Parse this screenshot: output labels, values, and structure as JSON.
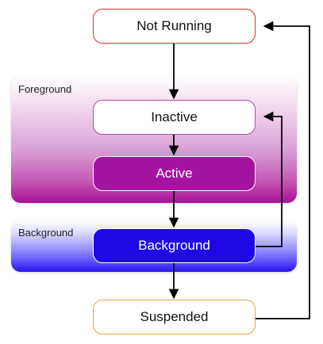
{
  "groups": {
    "foreground": "Foreground",
    "background": "Background"
  },
  "states": {
    "not_running": "Not Running",
    "inactive": "Inactive",
    "active": "Active",
    "background": "Background",
    "suspended": "Suspended"
  },
  "transitions": [
    {
      "from": "Not Running",
      "to": "Inactive"
    },
    {
      "from": "Inactive",
      "to": "Active"
    },
    {
      "from": "Active",
      "to": "Background"
    },
    {
      "from": "Background",
      "to": "Inactive"
    },
    {
      "from": "Background",
      "to": "Suspended"
    },
    {
      "from": "Suspended",
      "to": "Not Running"
    }
  ],
  "colors": {
    "not_running_border": "#d9312b",
    "active_fill": "#a314a0",
    "background_fill": "#1f08e6",
    "suspended_border": "#f0a13a",
    "arrow": "#000000"
  }
}
